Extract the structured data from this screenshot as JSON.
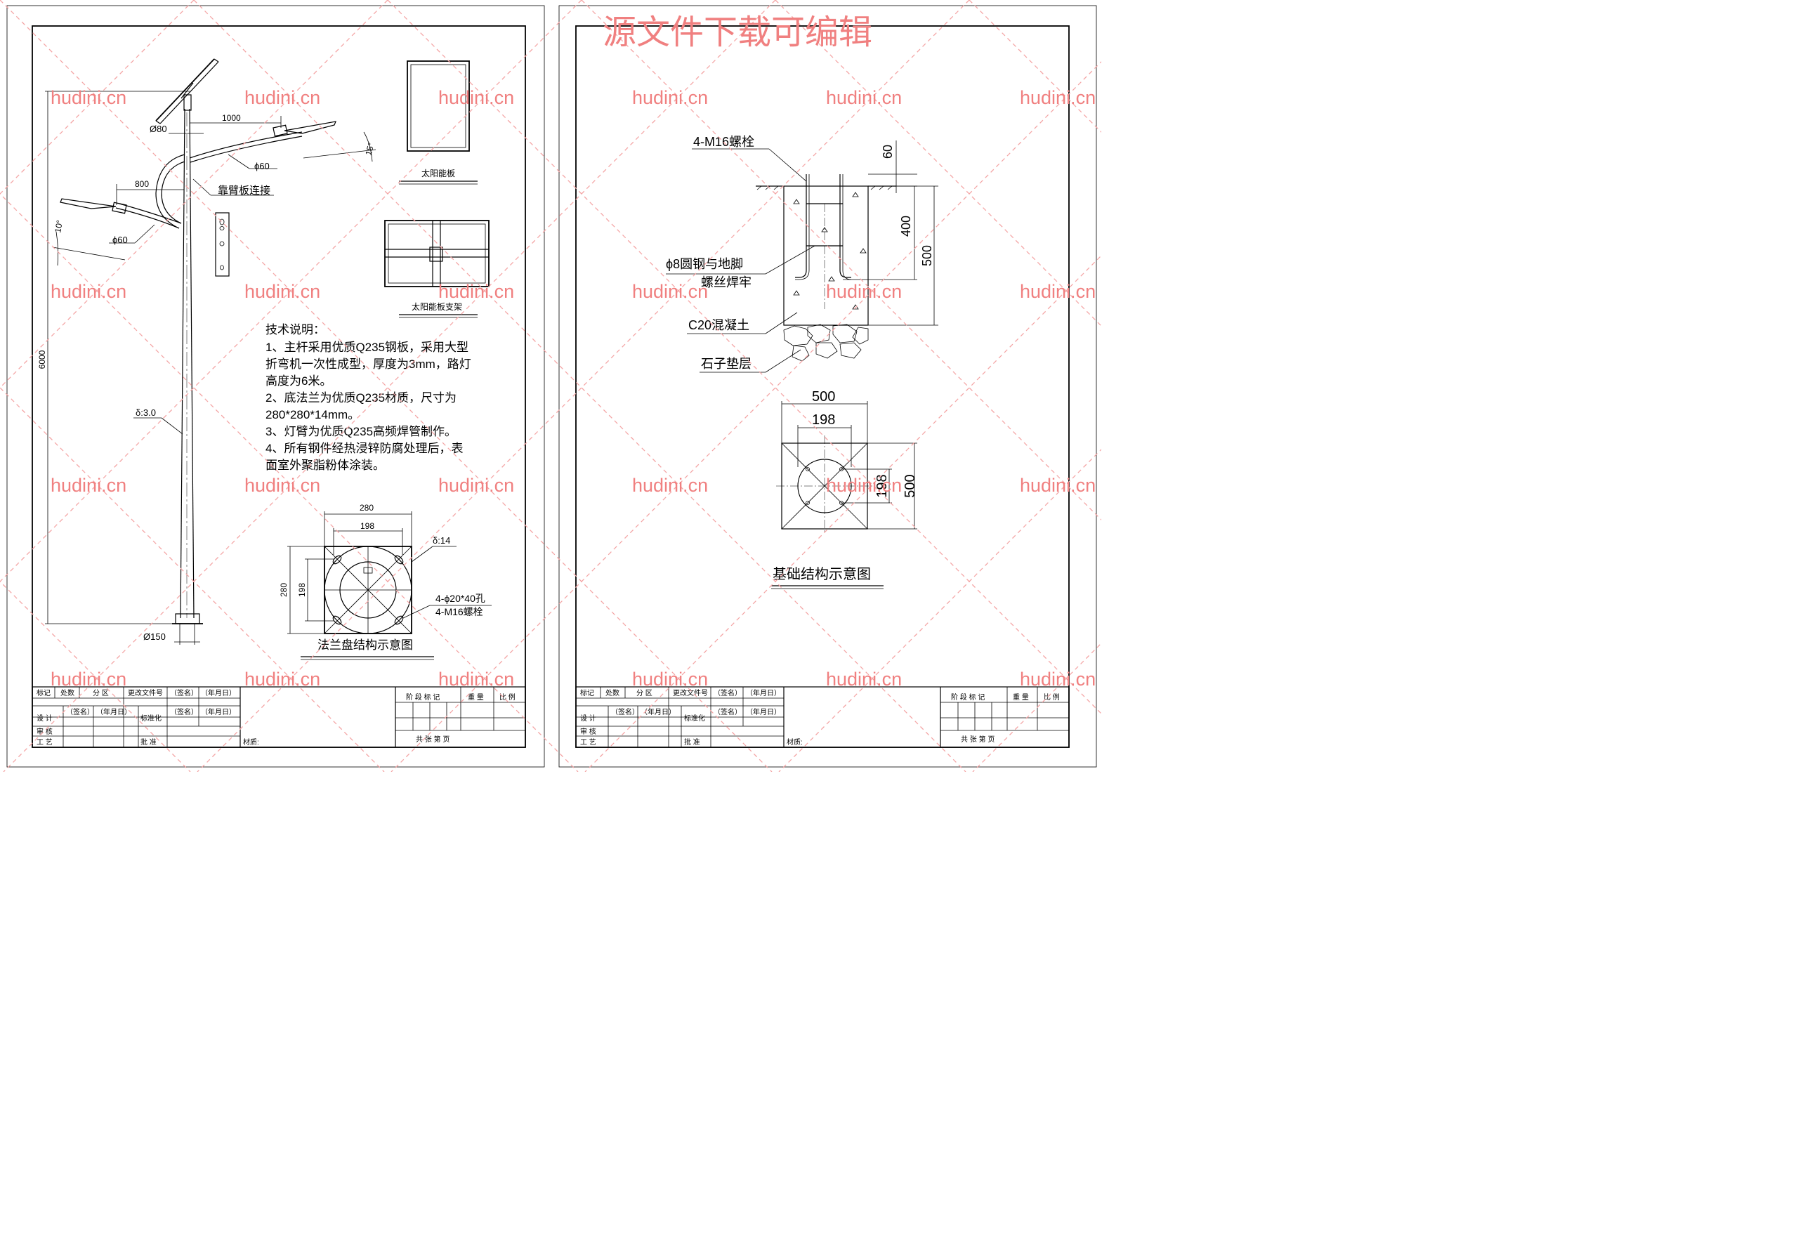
{
  "watermark": {
    "domain": "hudini.cn",
    "headline": "源文件下载可编辑"
  },
  "left_sheet": {
    "pole": {
      "height": "6000",
      "pole_top_dia": "Ø80",
      "arm_right_len": "1000",
      "arm_right_dia": "ϕ60",
      "arm_right_angle": "15°",
      "arm_left_len": "800",
      "arm_left_dia": "ϕ60",
      "arm_left_angle": "10°",
      "connector_label": "靠臂板连接",
      "wall_thickness": "δ:3.0",
      "base_dia": "Ø150"
    },
    "solar_panel_label": "太阳能板",
    "solar_bracket_label": "太阳能板支架",
    "notes": {
      "heading": "技术说明：",
      "lines": [
        "1、主杆采用优质Q235钢板，采用大型",
        "折弯机一次性成型，厚度为3mm，路灯",
        "高度为6米。",
        "2、底法兰为优质Q235材质，尺寸为",
        "280*280*14mm。",
        "3、灯臂为优质Q235高频焊管制作。",
        "4、所有钢件经热浸锌防腐处理后，表",
        "面室外聚脂粉体涂装。"
      ]
    },
    "flange": {
      "outer_dim": "280",
      "hole_spacing": "198",
      "outer_dim_v": "280",
      "hole_spacing_v": "198",
      "thickness": "δ:14",
      "holes": "4-ϕ20*40孔",
      "bolts": "4-M16螺栓",
      "caption": "法兰盘结构示意图"
    }
  },
  "right_sheet": {
    "foundation": {
      "bolts_label": "4-M16螺栓",
      "protrusion": "60",
      "embed_depth": "400",
      "total_depth": "500",
      "weld_line1": "ϕ8圆钢与地脚",
      "weld_line2": "螺丝焊牢",
      "concrete": "C20混凝土",
      "gravel": "石子垫层"
    },
    "plan": {
      "width": "500",
      "bolt_spacing": "198",
      "bolt_spacing_v": "198",
      "height": "500",
      "caption": "基础结构示意图"
    }
  },
  "title_block": {
    "r1": [
      "标记",
      "处数",
      "分 区",
      "更改文件号",
      "（签名）",
      "（年月日）"
    ],
    "design": "设 计",
    "sign": "（签名）",
    "date": "（年月日）",
    "standard": "标准化",
    "sign2": "（签名）",
    "date2": "（年月日）",
    "review": "审 核",
    "process": "工 艺",
    "approve": "批 准",
    "material": "材质:",
    "stage": "阶 段 标 记",
    "weight": "重 量",
    "scale": "比 例",
    "pages": "共     张     第     页"
  }
}
